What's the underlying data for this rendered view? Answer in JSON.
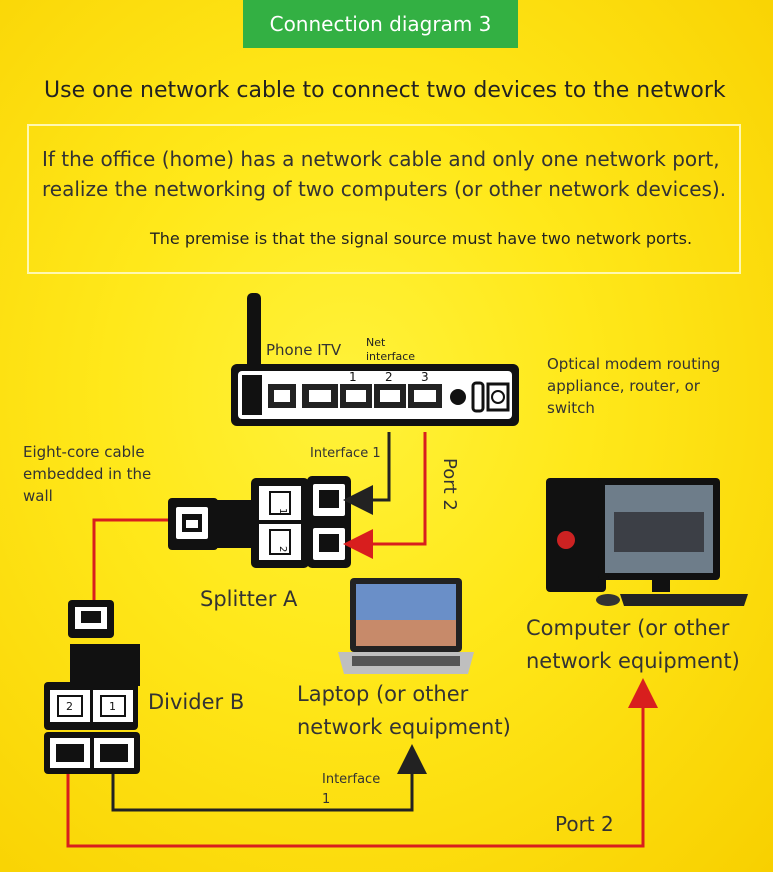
{
  "header": {
    "title": "Connection diagram 3"
  },
  "headline": "Use one network cable to connect two devices to the network",
  "description": {
    "line1": "If the office (home) has a network cable and only one network port,",
    "line2": "realize the networking of two computers (or other network devices).",
    "premise": "The premise is that the signal source must have two network ports."
  },
  "router": {
    "phone_label": "Phone ITV",
    "net_label": "Net interface",
    "ports": [
      "1",
      "2",
      "3"
    ],
    "device_label": "Optical modem routing appliance, router, or switch"
  },
  "wall_label": "Eight-core cable embedded in the wall",
  "splitter": {
    "label": "Splitter A",
    "ports": [
      "1",
      "2"
    ]
  },
  "divider": {
    "label": "Divider B",
    "ports": [
      "2",
      "1"
    ]
  },
  "connections": {
    "interface1_top": "Interface 1",
    "port2_top": "Port 2",
    "interface1_bottom": "Interface 1",
    "port2_bottom": "Port 2"
  },
  "devices": {
    "laptop": "Laptop (or other network equipment)",
    "computer": "Computer (or other network equipment)"
  },
  "colors": {
    "header_bg": "#33b043",
    "red_cable": "#d81e1e",
    "dark_cable": "#222222",
    "background": "#ffe81a"
  }
}
